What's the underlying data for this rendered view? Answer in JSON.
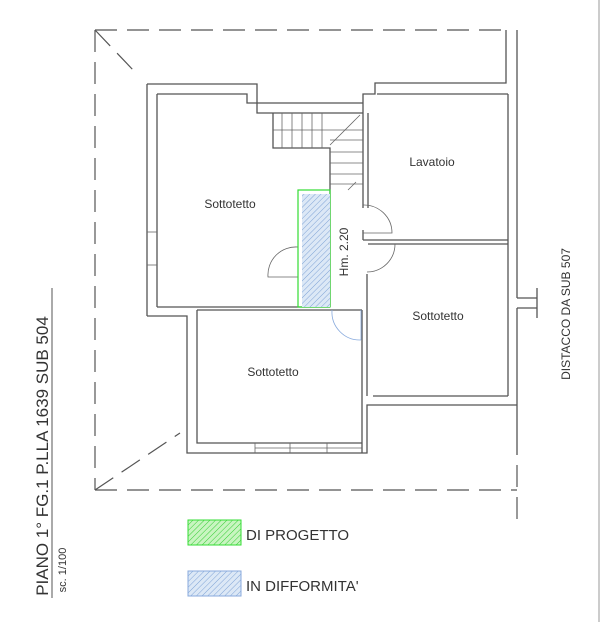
{
  "rooms": {
    "sottotetto_left": "Sottotetto",
    "lavatoio": "Lavatoio",
    "sottotetto_right": "Sottotetto",
    "sottotetto_bottom": "Sottotetto"
  },
  "height_label": "Hm. 2.20",
  "side_label": "DISTACCO DA SUB 507",
  "title": "PIANO 1° FG.1 P.LLA 1639 SUB 504",
  "scale": "sc. 1/100",
  "legend": [
    {
      "label": "DI PROGETTO",
      "color": "#33dd33",
      "pattern": "green-hatch"
    },
    {
      "label": "IN DIFFORMITA'",
      "color": "#88aadd",
      "pattern": "blue-hatch"
    }
  ]
}
